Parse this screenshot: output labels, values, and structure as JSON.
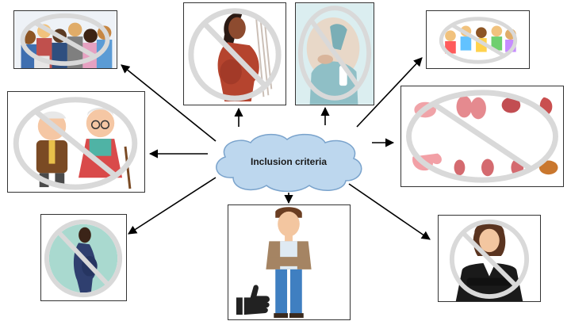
{
  "center": {
    "label": "Inclusion criteria",
    "fill": "#bdd7ee",
    "stroke": "#7aa3cc"
  },
  "colors": {
    "prohibition": "#d9d9d9",
    "arrow": "#000000",
    "panel_border": "#333333"
  },
  "panels": [
    {
      "id": "diverse-crowd",
      "status": "excluded"
    },
    {
      "id": "pregnant-woman-standing",
      "status": "excluded"
    },
    {
      "id": "medical-procedure",
      "status": "excluded"
    },
    {
      "id": "children-group",
      "status": "excluded"
    },
    {
      "id": "elderly-couple",
      "status": "excluded"
    },
    {
      "id": "internal-organs",
      "status": "excluded"
    },
    {
      "id": "pregnant-woman-circle",
      "status": "excluded"
    },
    {
      "id": "adult-man",
      "status": "included",
      "icon": "thumbs-up-icon"
    },
    {
      "id": "businesswoman",
      "status": "excluded"
    }
  ]
}
